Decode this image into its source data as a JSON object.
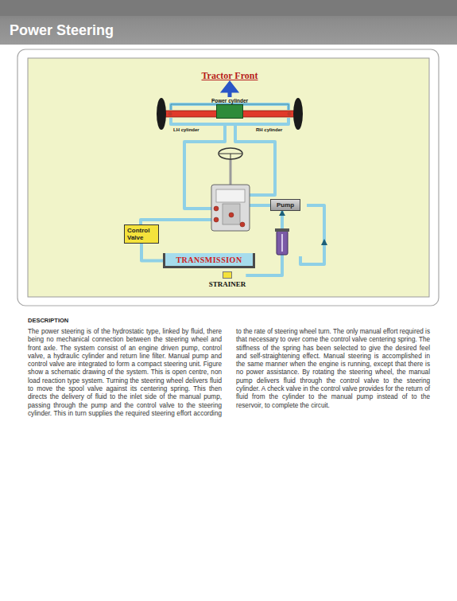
{
  "diagram": {
    "title": "Power Steering",
    "nodes": [
      {
        "text": [
          "Power cylinder"
        ]
      },
      {
        "text": [
          "Pump"
        ]
      },
      {
        "text": [
          "Control Valve"
        ]
      },
      {
        "text": [
          "TRANSMISSION"
        ]
      },
      {
        "text": [
          "STRAINER"
        ]
      }
    ],
    "edges": [
      {
        "from": 2,
        "to": 3,
        "arrow": "none"
      },
      {
        "from": 4,
        "to": 1,
        "arrow": "to"
      }
    ],
    "labels": [
      "Tractor Front",
      "LH cylinder",
      "RH cylinder",
      "DESCRIPTION",
      "The power steering is of the hydrostatic type, linked by fluid, there being no mechanical connection between the steering wheel and front axle. The system consist of an engine driven pump, control valve, a hydraulic cylinder and return line filter. Manual pump and control valve are integrated to form a compact steering unit. Figure show a schematic drawing of the system. This is open centre, non load reaction type system. Turning the steering wheel delivers fluid to move the spool valve against its centering spring. This then directs the delivery of fluid to the inlet side of the manual pump, passing through the pump and the control valve to the steering cylinder. This in turn supplies the required steering effort according to the rate of steering wheel turn. The only manual effort required is that necessary to over come the control valve centering spring. The stiffness of the spring has been selected to give the desired feel and self-straightening effect. Manual steering is accomplished in the same manner when the engine is running, except that there is no power assistance. By rotating the steering wheel, the manual pump delivers fluid through the control valve to the steering cylinder. A check valve in the control valve provides for the return of fluid from the cylinder to the manual pump instead of to the reservoir, to complete the circuit."
    ]
  }
}
